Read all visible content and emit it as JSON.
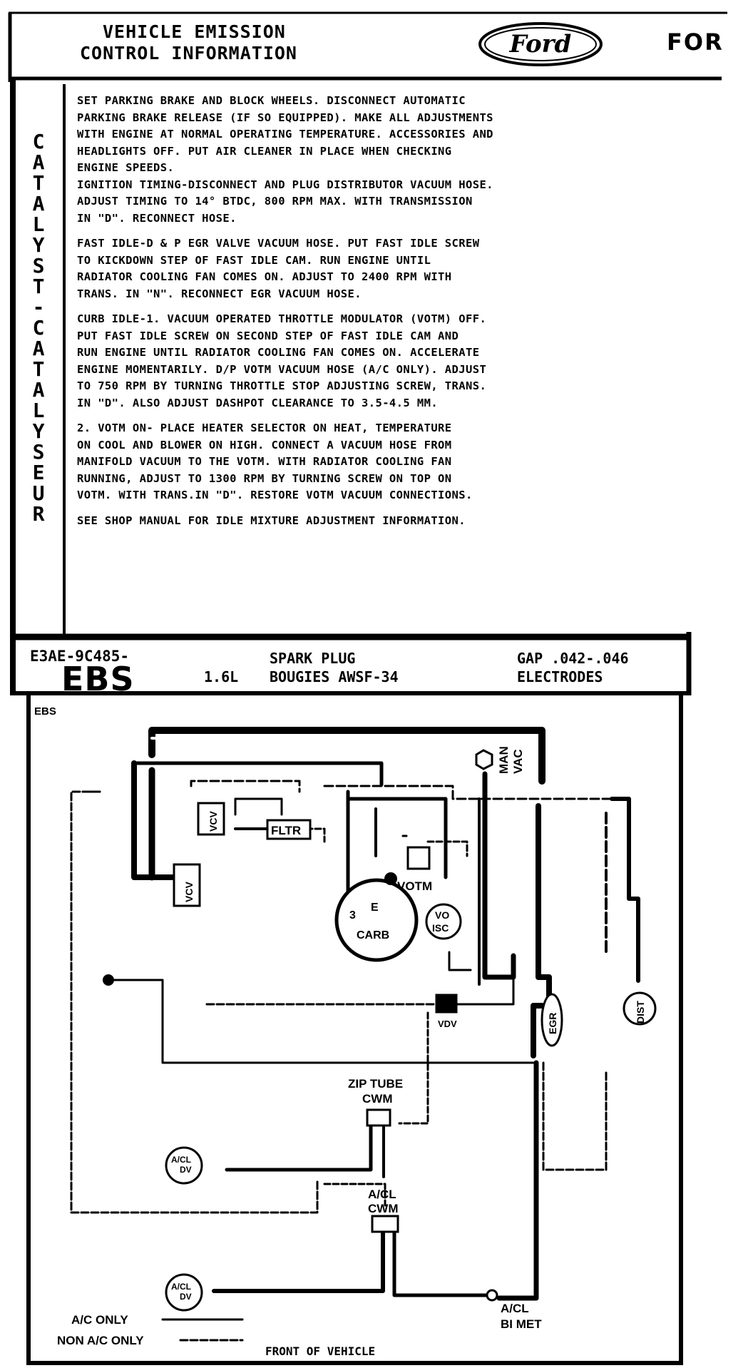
{
  "header": {
    "title_line1": "VEHICLE EMISSION",
    "title_line2": "CONTROL INFORMATION",
    "brand_logo": "Ford",
    "brand_text": "FOR"
  },
  "side_label": [
    "C",
    "A",
    "T",
    "A",
    "L",
    "Y",
    "S",
    "T",
    "-",
    "C",
    "A",
    "T",
    "A",
    "L",
    "Y",
    "S",
    "E",
    "U",
    "R"
  ],
  "instructions": [
    "SET PARKING BRAKE AND BLOCK WHEELS. DISCONNECT AUTOMATIC\nPARKING BRAKE RELEASE (IF SO EQUIPPED). MAKE ALL ADJUSTMENTS\nWITH ENGINE AT NORMAL OPERATING TEMPERATURE. ACCESSORIES AND\nHEADLIGHTS OFF. PUT AIR CLEANER IN PLACE WHEN CHECKING\nENGINE SPEEDS.\nIGNITION TIMING-DISCONNECT AND PLUG DISTRIBUTOR VACUUM HOSE.\nADJUST TIMING TO 14° BTDC, 800 RPM MAX. WITH TRANSMISSION\nIN \"D\". RECONNECT HOSE.",
    "FAST IDLE-D & P EGR VALVE VACUUM HOSE. PUT FAST IDLE SCREW\nTO KICKDOWN STEP OF FAST IDLE CAM. RUN ENGINE UNTIL\nRADIATOR COOLING FAN COMES ON. ADJUST TO 2400 RPM WITH\nTRANS. IN \"N\". RECONNECT EGR VACUUM HOSE.",
    "CURB IDLE-1. VACUUM OPERATED THROTTLE MODULATOR (VOTM) OFF.\nPUT FAST IDLE SCREW ON SECOND STEP OF FAST IDLE CAM AND\nRUN ENGINE UNTIL RADIATOR COOLING FAN COMES ON. ACCELERATE\nENGINE MOMENTARILY. D/P VOTM VACUUM HOSE (A/C ONLY). ADJUST\nTO 750 RPM BY TURNING THROTTLE STOP ADJUSTING SCREW, TRANS.\nIN \"D\". ALSO ADJUST DASHPOT CLEARANCE TO 3.5-4.5 MM.",
    "2. VOTM ON- PLACE HEATER SELECTOR ON HEAT, TEMPERATURE\nON COOL AND BLOWER ON HIGH. CONNECT A VACUUM HOSE FROM\nMANIFOLD VACUUM TO THE VOTM. WITH RADIATOR COOLING FAN\nRUNNING, ADJUST TO 1300 RPM BY TURNING SCREW ON TOP ON\nVOTM. WITH TRANS.IN \"D\". RESTORE VOTM VACUUM CONNECTIONS.",
    "SEE SHOP MANUAL FOR IDLE MIXTURE ADJUSTMENT INFORMATION."
  ],
  "calibration": {
    "part_number": "E3AE-9C485-",
    "code": "EBS",
    "displacement": "1.6L",
    "spark_plug_label": "SPARK PLUG",
    "spark_plug_value": "BOUGIES AWSF-34",
    "gap_label": "GAP .042-.046",
    "gap_sub": "ELECTRODES"
  },
  "diagram": {
    "code": "EBS",
    "labels": {
      "man_vac": [
        "MAN",
        "VAC"
      ],
      "vcv_upper": "VCV",
      "vcv_lower": "VCV",
      "fltr": "FLTR",
      "votm": "VOTM",
      "carb": "CARB",
      "carb_port_3": "3",
      "carb_port_e": "E",
      "vo_isc": [
        "VO",
        "ISC"
      ],
      "vdv": "VDV",
      "egr": "EGR",
      "dist": "DIST",
      "zip_tube": "ZIP TUBE",
      "cwm_upper": "CWM",
      "acl_dv_upper": [
        "A/CL",
        "DV"
      ],
      "acl_cwm": [
        "A/CL",
        "CWM"
      ],
      "acl_dv_lower": [
        "A/CL",
        "DV"
      ],
      "acl_bimet": [
        "A/CL",
        "BI MET"
      ],
      "legend_ac_only": "A/C ONLY",
      "legend_non_ac_only": "NON A/C ONLY",
      "front": "FRONT OF VEHICLE"
    }
  }
}
